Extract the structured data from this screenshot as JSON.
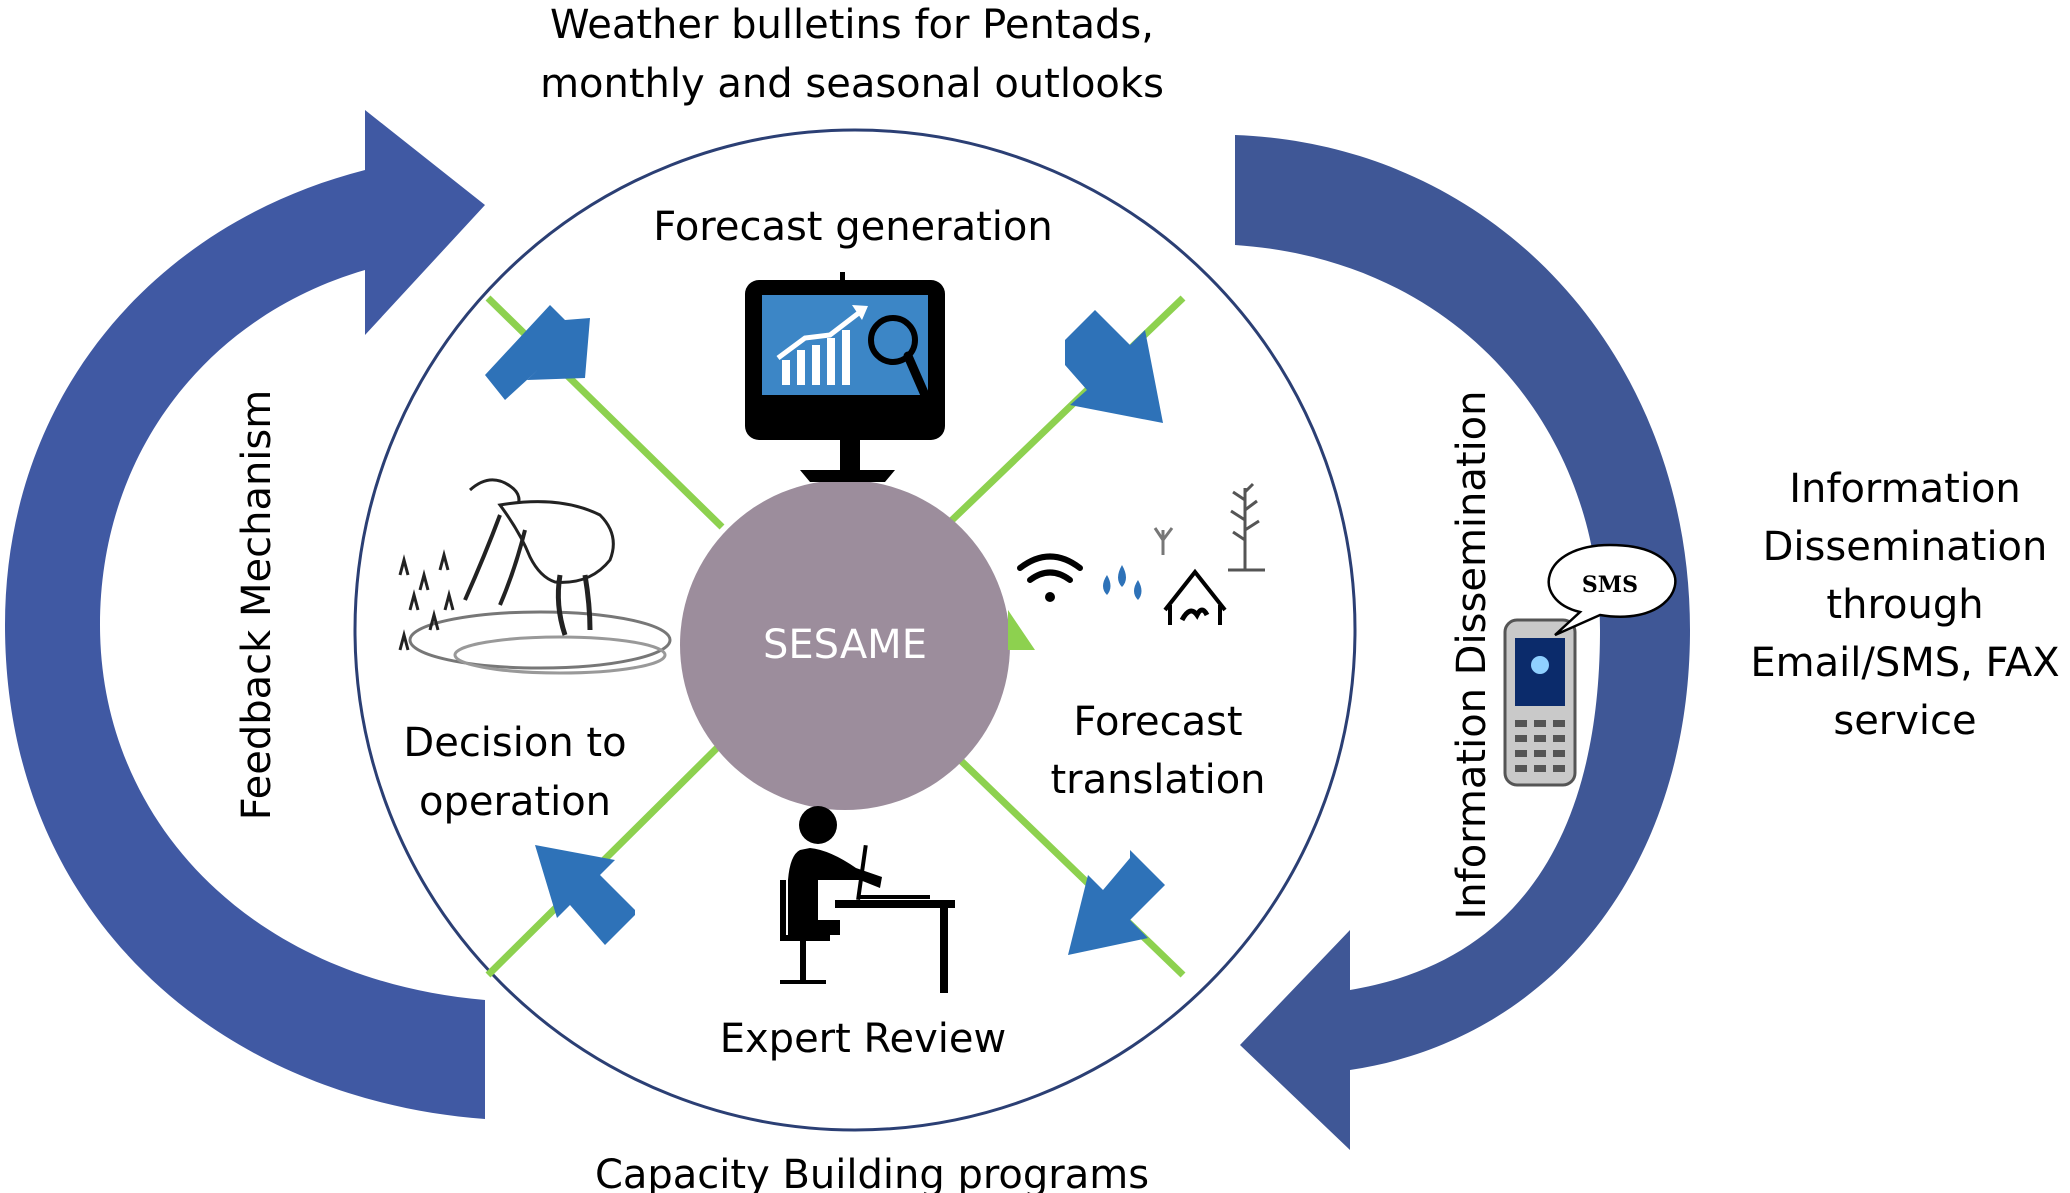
{
  "top_caption": {
    "line1": "Weather bulletins for Pentads,",
    "line2": "monthly and seasonal outlooks"
  },
  "bottom_caption": "Capacity Building programs",
  "left_arc_label": "Feedback Mechanism",
  "right_arc_label": "Information Dissemination",
  "right_info": {
    "line1": "Information",
    "line2": "Dissemination",
    "line3": "through",
    "line4": "Email/SMS, FAX",
    "line5": "service"
  },
  "center_label": "SESAME",
  "stages": {
    "forecast_generation": "Forecast generation",
    "forecast_translation": {
      "line1": "Forecast",
      "line2": "translation"
    },
    "expert_review": "Expert Review",
    "decision": {
      "line1": "Decision to",
      "line2": "operation"
    }
  },
  "phone_bubble": "SMS",
  "colors": {
    "arc_blue": "#4059a3",
    "arrow_blue": "#2e72b8",
    "spoke_green": "#8dd14f",
    "center_fill": "#9c8d9c",
    "circle_stroke": "#2b3f74",
    "monitor_screen": "#3c86c6"
  },
  "icons": {
    "forecast_generation": "monitor-chart-magnifier-icon",
    "forecast_translation": "wifi-rain-crop-house-tree-icons",
    "expert_review": "person-at-laptop-icon",
    "decision": "farmer-planting-rice-icon",
    "dissemination": "mobile-phone-sms-icon"
  }
}
